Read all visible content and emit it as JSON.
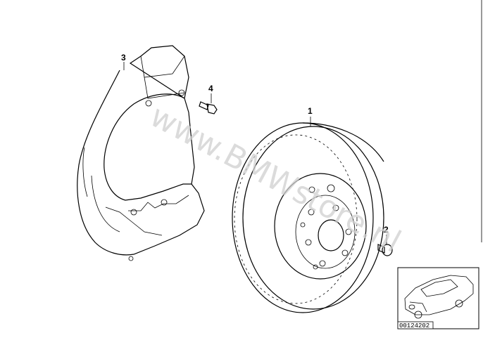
{
  "parts": [
    {
      "callout": "1"
    },
    {
      "callout": "2"
    },
    {
      "callout": "3"
    },
    {
      "callout": "4"
    }
  ],
  "watermark": "www.BMWstore.nl",
  "diagram_id": "00124202",
  "thumbnail": {
    "icon": "car-outline-icon"
  }
}
